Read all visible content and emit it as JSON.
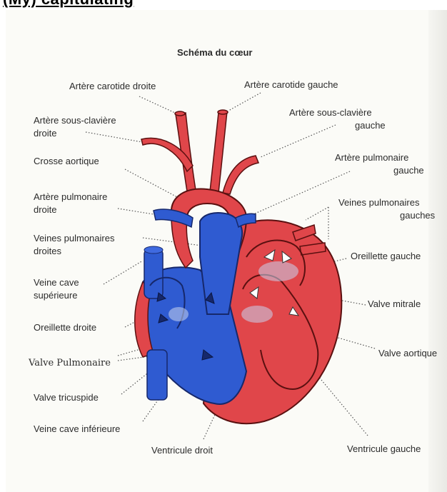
{
  "page": {
    "top_fragment": "(My) capitulating"
  },
  "diagram": {
    "title": "Schéma du cœur",
    "labels": {
      "carotide_droite": "Artère carotide droite",
      "carotide_gauche": "Artère carotide gauche",
      "sous_claviere_droite_1": "Artère sous-clavière",
      "sous_claviere_droite_2": "droite",
      "sous_claviere_gauche_1": "Artère sous-clavière",
      "sous_claviere_gauche_2": "gauche",
      "crosse_aortique": "Crosse aortique",
      "pulmonaire_gauche_1": "Artère pulmonaire",
      "pulmonaire_gauche_2": "gauche",
      "pulmonaire_droite_1": "Artère pulmonaire",
      "pulmonaire_droite_2": "droite",
      "veines_pulm_gauches_1": "Veines pulmonaires",
      "veines_pulm_gauches_2": "gauches",
      "veines_pulm_droites_1": "Veines pulmonaires",
      "veines_pulm_droites_2": "droites",
      "oreillette_gauche": "Oreillette gauche",
      "veine_cave_sup_1": "Veine cave",
      "veine_cave_sup_2": "supérieure",
      "valve_mitrale": "Valve mitrale",
      "oreillette_droite": "Oreillette droite",
      "valve_aortique": "Valve aortique",
      "valve_pulmonaire": "Valve Pulmonaire",
      "valve_tricuspide": "Valve tricuspide",
      "veine_cave_inf": "Veine cave inférieure",
      "ventricule_droit": "Ventricule droit",
      "ventricule_gauche": "Ventricule gauche"
    },
    "colors": {
      "oxygenated": "#e0464a",
      "deoxygenated": "#2f5bd1",
      "outline": "#5a1010"
    }
  }
}
